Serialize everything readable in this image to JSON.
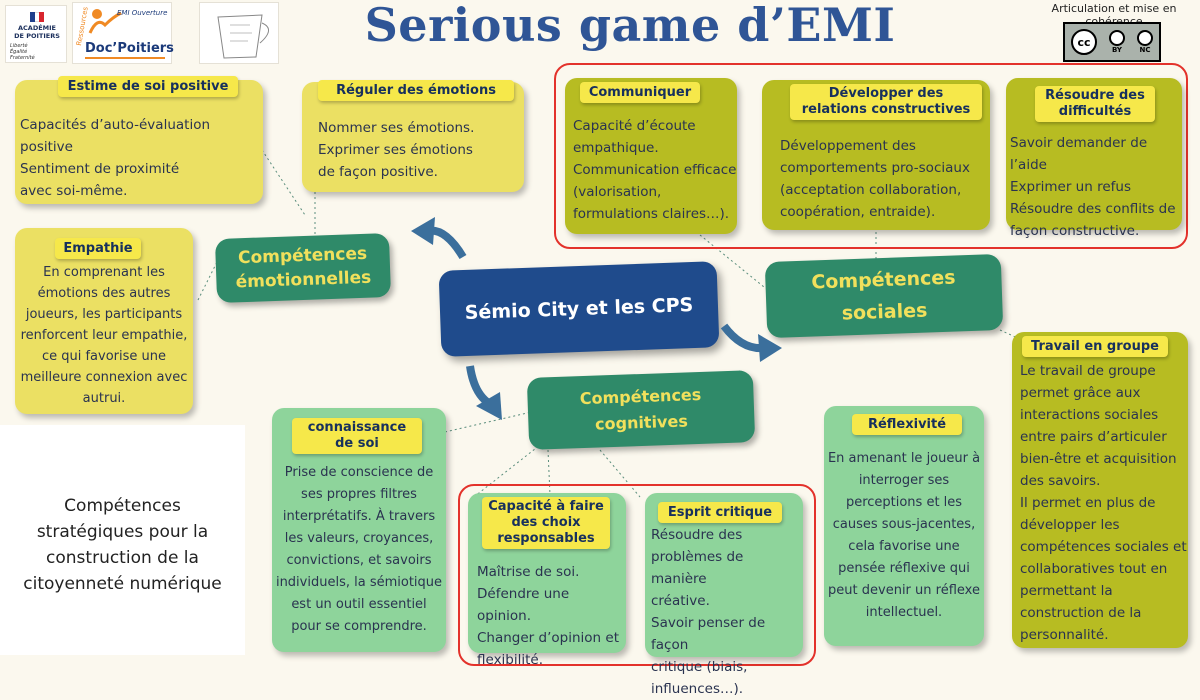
{
  "header": {
    "title": "Serious game d’EMI",
    "logo_academie": [
      "ACADÉMIE",
      "DE POITIERS"
    ],
    "logo_academie_motto": [
      "Liberté",
      "Égalité",
      "Fraternité"
    ],
    "logo_docpoitiers_top": "EMI Ouverture",
    "logo_docpoitiers_side": "Ressources",
    "logo_docpoitiers_name": "Doc’Poitiers",
    "license_caption": "Articulation et mise en cohérence",
    "license_badges": [
      "cc",
      "BY",
      "NC"
    ]
  },
  "center": {
    "label": "Sémio City et les CPS"
  },
  "categories": {
    "emotionnelles": "Compétences émotionnelles",
    "sociales": "Compétences sociales",
    "cognitives": "Compétences cognitives"
  },
  "cards": {
    "estime": {
      "title": "Estime de soi positive",
      "lines": [
        "Capacités d’auto-évaluation positive",
        "Sentiment de proximité",
        "avec soi-même."
      ]
    },
    "reguler": {
      "title": "Réguler des émotions",
      "lines": [
        "Nommer ses émotions.",
        "Exprimer ses émotions",
        "de façon positive."
      ]
    },
    "empathie": {
      "title": "Empathie",
      "lines": [
        "En comprenant les",
        "émotions des autres",
        "joueurs, les participants",
        "renforcent leur empathie,",
        "ce qui favorise une",
        "meilleure connexion avec",
        "autrui."
      ]
    },
    "communiquer": {
      "title": "Communiquer",
      "lines": [
        "Capacité d’écoute",
        "empathique.",
        "Communication efficace",
        "(valorisation,",
        "formulations claires…)."
      ]
    },
    "relations": {
      "title": "Développer des relations constructives",
      "lines": [
        "Développement  des",
        "comportements pro-sociaux",
        "(acceptation collaboration,",
        "coopération, entraide)."
      ]
    },
    "difficultes": {
      "title": "Résoudre des difficultés",
      "lines": [
        "Savoir demander de l’aide",
        "Exprimer un refus",
        "Résoudre des conflits de",
        "façon constructive."
      ]
    },
    "travail": {
      "title": "Travail en groupe",
      "lines": [
        "Le travail de groupe",
        "permet grâce aux",
        "interactions sociales",
        "entre pairs d’articuler",
        "bien-être et acquisition",
        "des savoirs.",
        "Il permet en plus de",
        "développer les",
        "compétences sociales et",
        "collaboratives tout en",
        "permettant la",
        "construction de la",
        "personnalité."
      ]
    },
    "connaissance": {
      "title": "connaissance de soi",
      "lines": [
        "Prise de conscience de",
        "ses propres filtres",
        "interprétatifs. À travers",
        "les valeurs, croyances,",
        "convictions, et savoirs",
        "individuels, la sémiotique",
        "est un outil essentiel",
        "pour se comprendre."
      ]
    },
    "choix": {
      "title": "Capacité à faire des choix responsables",
      "lines": [
        "Maîtrise de soi.",
        "Défendre une opinion.",
        "Changer d’opinion et",
        "flexibilité."
      ]
    },
    "critique": {
      "title": "Esprit critique",
      "lines": [
        "Résoudre des",
        "problèmes de manière",
        "créative.",
        "Savoir penser de façon",
        "critique (biais,",
        "influences…)."
      ]
    },
    "reflexivite": {
      "title": "Réflexivité",
      "lines": [
        "En amenant le joueur à",
        "interroger ses",
        "perceptions et les",
        "causes sous-jacentes,",
        "cela favorise une",
        "pensée réflexive qui",
        "peut devenir un réflexe",
        "intellectuel."
      ]
    }
  },
  "side_note": {
    "lines": [
      "Compétences",
      "stratégiques pour la",
      "construction de la",
      "citoyenneté numérique"
    ]
  },
  "colors": {
    "title": "#2f5596",
    "yellow_card": "#ebe063",
    "olive_card": "#b7bc22",
    "green_card": "#8ed49b",
    "pill": "#2f8a69",
    "pill_text": "#f1e05c",
    "center": "#1f4b8c",
    "red_outline": "#e3322b",
    "tag": "#f6e84a"
  },
  "icons": [
    "arrow-icon",
    "cc-license-icon",
    "jug-sketch-icon",
    "person-icon"
  ]
}
